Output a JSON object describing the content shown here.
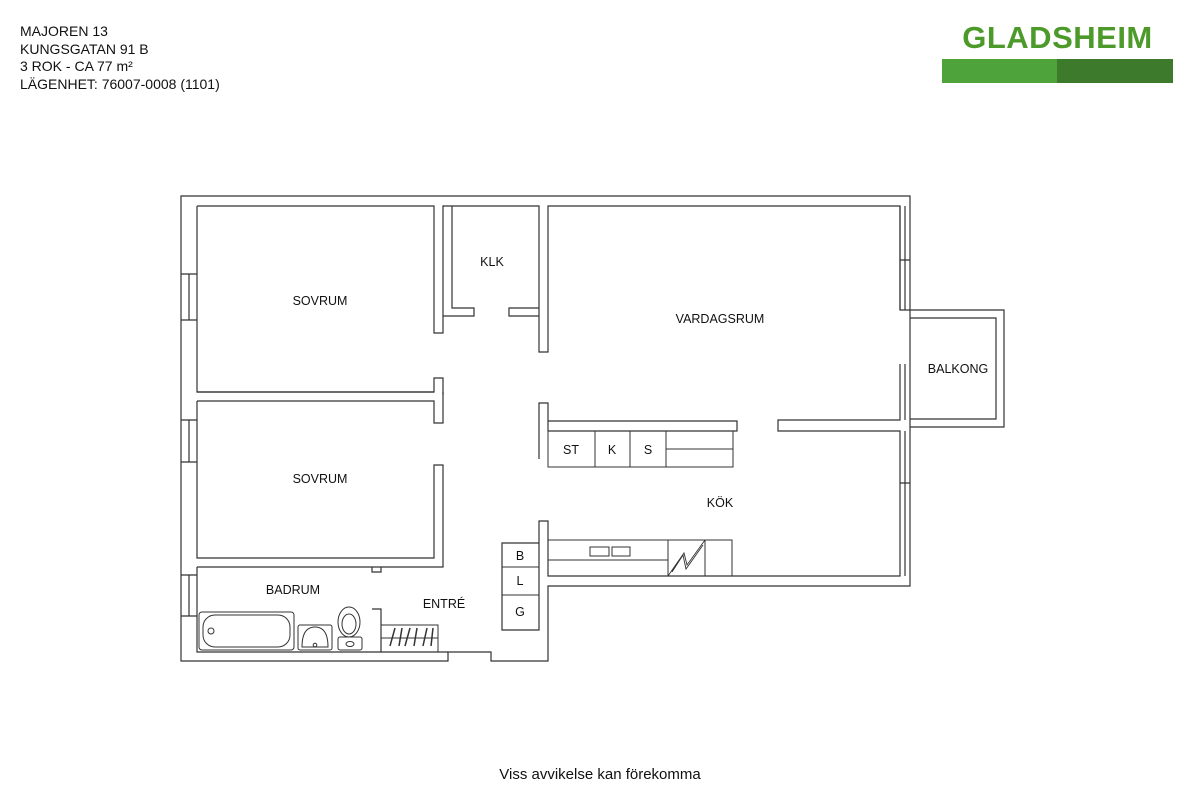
{
  "header": {
    "property": "MAJOREN 13",
    "address": "KUNGSGATAN 91 B",
    "size": "3 ROK - CA 77 m²",
    "apartment": "LÄGENHET:  76007-0008 (1101)"
  },
  "brand": {
    "name": "GLADSHEIM",
    "colors": {
      "text": "#4c9a2a",
      "bar_light": "#4ea43a",
      "bar_dark": "#3d7a2b"
    }
  },
  "rooms": {
    "sovrum_1": "SOVRUM",
    "klk": "KLK",
    "vardagsrum": "VARDAGSRUM",
    "balkong": "BALKONG",
    "sovrum_2": "SOVRUM",
    "kok": "KÖK",
    "badrum": "BADRUM",
    "entre": "ENTRÉ"
  },
  "fixtures": {
    "st": "ST",
    "k": "K",
    "s": "S",
    "b": "B",
    "l": "L",
    "g": "G"
  },
  "footer": {
    "disclaimer": "Viss avvikelse kan förekomma"
  }
}
